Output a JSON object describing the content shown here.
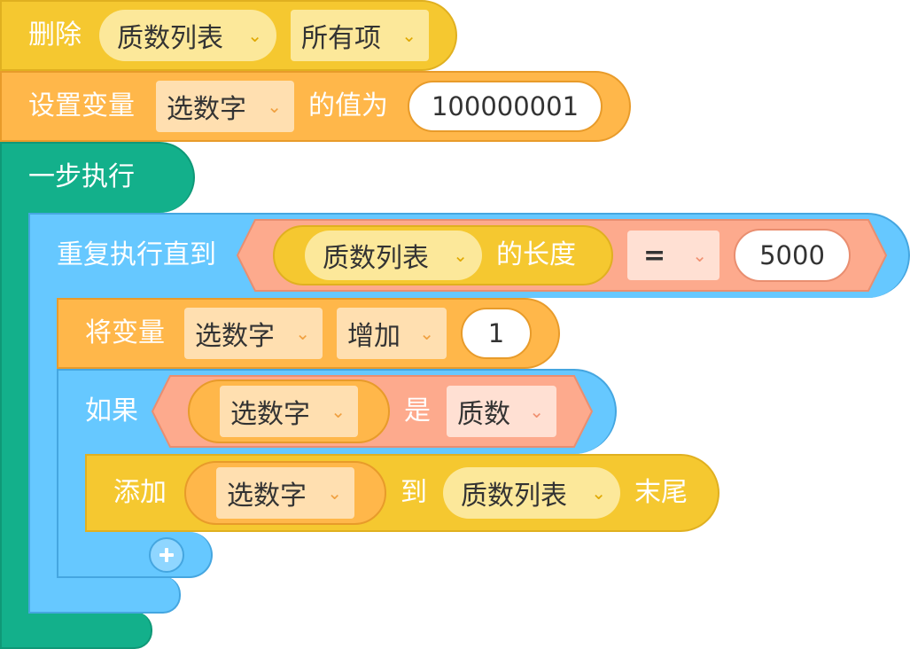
{
  "colors": {
    "list_yellow": "#f5c830",
    "variable_orange": "#ffb74a",
    "control_green": "#13b08b",
    "loop_blue": "#66c8ff",
    "operator_salmon": "#fdaa8d",
    "white": "#ffffff"
  },
  "blocks": {
    "delete_all": {
      "label": "删除",
      "list_dropdown": "质数列表",
      "mode_dropdown": "所有项"
    },
    "set_variable": {
      "label": "设置变量",
      "var_dropdown": "选数字",
      "value_label": "的值为",
      "value": "100000001"
    },
    "step_exec": {
      "label": "一步执行"
    },
    "repeat_until": {
      "label": "重复执行直到",
      "list_dropdown": "质数列表",
      "length_label": "的长度",
      "operator_dropdown": "=",
      "compare_value": "5000"
    },
    "change_variable": {
      "label": "将变量",
      "var_dropdown": "选数字",
      "mode_dropdown": "增加",
      "value": "1"
    },
    "if_block": {
      "label": "如果",
      "var_dropdown": "选数字",
      "is_label": "是",
      "type_dropdown": "质数"
    },
    "add_to_list": {
      "label": "添加",
      "var_dropdown": "选数字",
      "to_label": "到",
      "list_dropdown": "质数列表",
      "end_label": "末尾"
    },
    "add_else_icon": "plus-icon",
    "chevron_icon": "chevron-down-icon"
  }
}
